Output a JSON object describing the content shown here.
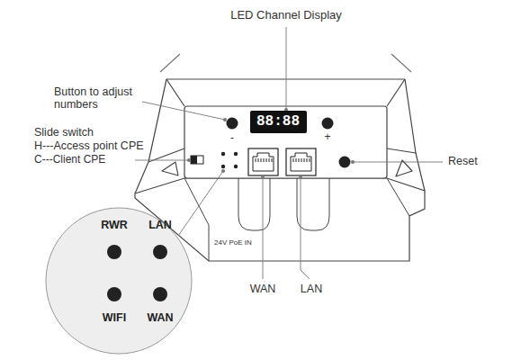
{
  "diagram": {
    "nodes": [
      {
        "text": [
          "88:88"
        ]
      },
      {
        "text": [
          "RWR",
          "LAN",
          "WIFI",
          "WAN"
        ]
      }
    ],
    "labels": [
      "LED Channel Display",
      "Button to adjust numbers",
      "Slide switch",
      "H---Access point CPE",
      "C---Client CPE",
      "Reset",
      "-",
      "+",
      "24V PoE IN",
      "WAN",
      "LAN"
    ]
  }
}
